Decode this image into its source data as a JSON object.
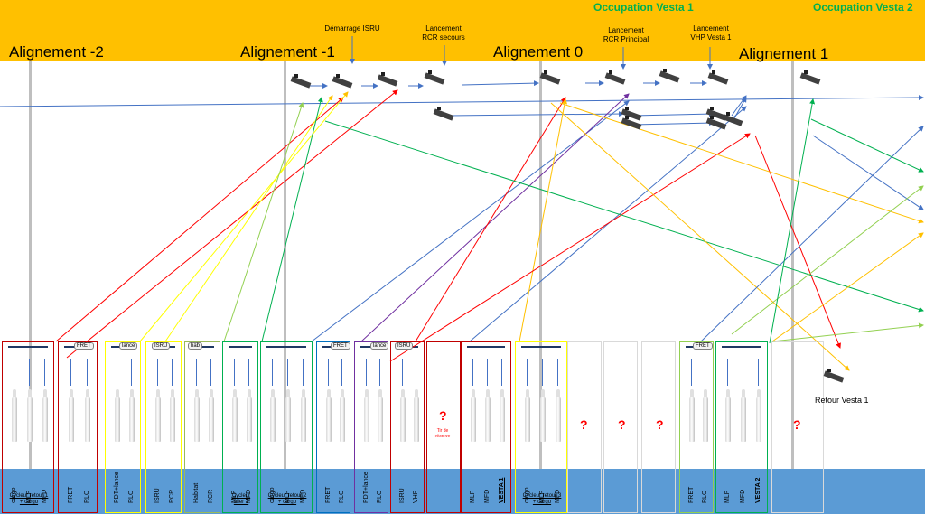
{
  "alignments": [
    {
      "label": "Alignement -2"
    },
    {
      "label": "Alignement -1"
    },
    {
      "label": "Alignement 0"
    },
    {
      "label": "Alignement 1"
    }
  ],
  "events": [
    {
      "label": "Démarrage ISRU"
    },
    {
      "label": "Lancement\nRCR secours"
    },
    {
      "label": "Lancement\nRCR Principal"
    },
    {
      "label": "Lancement\nVHP Vesta 1"
    }
  ],
  "occupations": [
    {
      "label": "Occupation Vesta 1"
    },
    {
      "label": "Occupation Vesta 2"
    }
  ],
  "slots": [
    {
      "color": "#c00000",
      "labels": [
        "cargo",
        "MLP",
        "MFD"
      ],
      "foot": "Cycleur retour 1\n+ cargo"
    },
    {
      "color": "#c00000",
      "labels": [
        "FRET",
        "RLC"
      ],
      "foot": ""
    },
    {
      "color": "#ffff00",
      "labels": [
        "PDT+lance",
        "RLC"
      ],
      "foot": ""
    },
    {
      "color": "#ffff00",
      "labels": [
        "ISRU",
        "RCR"
      ],
      "foot": ""
    },
    {
      "color": "#9bbb59",
      "labels": [
        "Habitat",
        "RCR"
      ],
      "foot": ""
    },
    {
      "color": "#00b050",
      "labels": [
        "MLP",
        "MFD"
      ],
      "foot": "Cycleur\naller 3"
    },
    {
      "color": "#00b050",
      "labels": [
        "cargo",
        "MLP",
        "MFD"
      ],
      "foot": "Cycleur retour 2\n+ cargo"
    },
    {
      "color": "#0070c0",
      "labels": [
        "FRET",
        "RLC"
      ],
      "foot": ""
    },
    {
      "color": "#7030a0",
      "labels": [
        "PDT+lance",
        "RLC"
      ],
      "foot": ""
    },
    {
      "color": "#c00000",
      "labels": [
        "ISRU",
        "VHP"
      ],
      "foot": ""
    },
    {
      "color": "#c00000",
      "labels": [],
      "foot": ""
    },
    {
      "color": "#c00000",
      "labels": [
        "MLP",
        "MFD",
        "VESTA 1"
      ],
      "foot": ""
    },
    {
      "color": "#ffff00",
      "labels": [
        "cargo",
        "MLP",
        "MFD"
      ],
      "foot": "Cycleur retour 3\n+ cargo"
    },
    {
      "color": "#d9d9d9",
      "labels": [],
      "foot": ""
    },
    {
      "color": "#d9d9d9",
      "labels": [],
      "foot": ""
    },
    {
      "color": "#d9d9d9",
      "labels": [],
      "foot": ""
    },
    {
      "color": "#92d050",
      "labels": [
        "FRET",
        "RLC"
      ],
      "foot": ""
    },
    {
      "color": "#00b050",
      "labels": [
        "MLP",
        "MFD",
        "VESTA 2"
      ],
      "foot": ""
    },
    {
      "color": "#d9d9d9",
      "labels": [],
      "foot": ""
    }
  ],
  "payload_tags": [
    "FRET",
    "lance",
    "ISRU",
    "hab",
    "FRET",
    "lance",
    "ISRU",
    "FRET"
  ],
  "question_marks": [
    "?",
    "?",
    "?",
    "?",
    "?"
  ],
  "reserve_note": "Tir de\nréserve",
  "retour_label": "Retour Vesta 1",
  "colors": {
    "header": "#ffc000",
    "bottom_bar": "#5b9bd5",
    "flow_arrow": "#4472c4",
    "red": "#ff0000",
    "green": "#00b050",
    "yellow": "#ffff00",
    "orange": "#ffc000",
    "purple": "#7030a0",
    "light_green": "#92d050"
  }
}
